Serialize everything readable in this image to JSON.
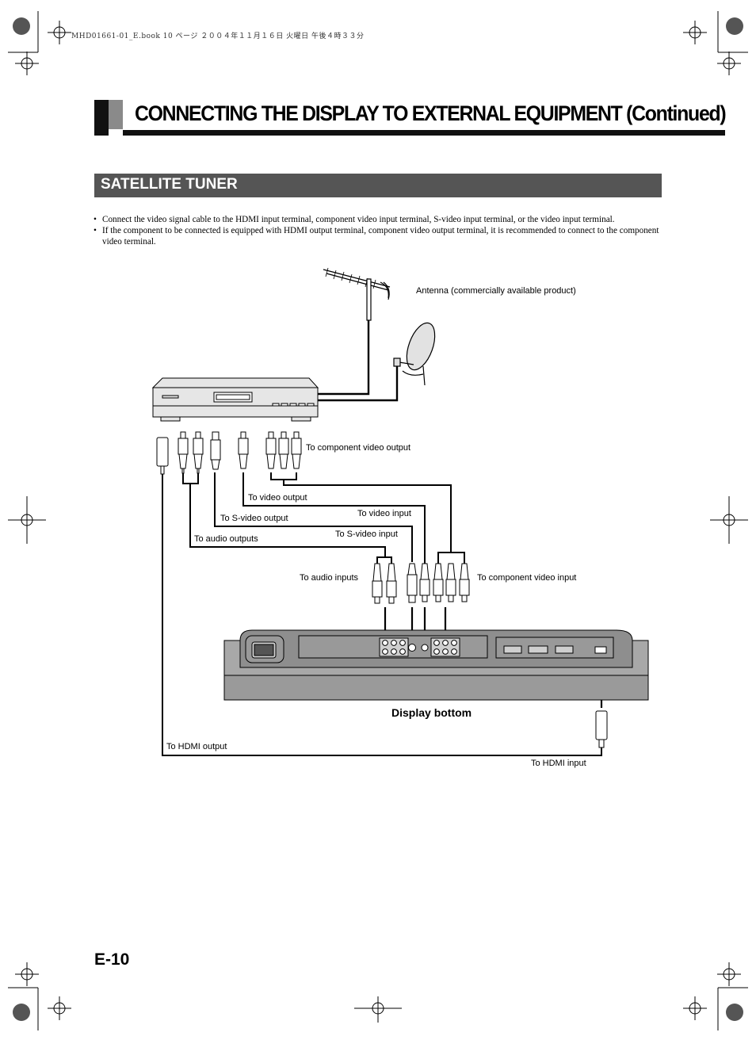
{
  "print_header": "MHD01661-01_E.book  10 ページ  ２００４年１１月１６日  火曜日  午後４時３３分",
  "main_title": "CONNECTING THE DISPLAY TO EXTERNAL EQUIPMENT (Continued)",
  "section_title": "SATELLITE TUNER",
  "bullets": [
    "Connect the video signal cable to the HDMI input terminal, component video input terminal, S-video input terminal, or the video input terminal.",
    "If the component to be connected is equipped with HDMI output terminal, component video output terminal, it is recommended to connect to the component video terminal."
  ],
  "diagram": {
    "antenna": "Antenna (commercially available product)",
    "component_output": "To component video output",
    "video_output": "To video output",
    "video_input": "To video input",
    "svideo_output": "To S-video output",
    "svideo_input": "To S-video input",
    "audio_outputs": "To audio outputs",
    "audio_inputs": "To audio inputs",
    "component_input": "To component video input",
    "display_bottom": "Display bottom",
    "hdmi_output": "To HDMI output",
    "hdmi_input": "To HDMI input"
  },
  "page_number": "E-10"
}
